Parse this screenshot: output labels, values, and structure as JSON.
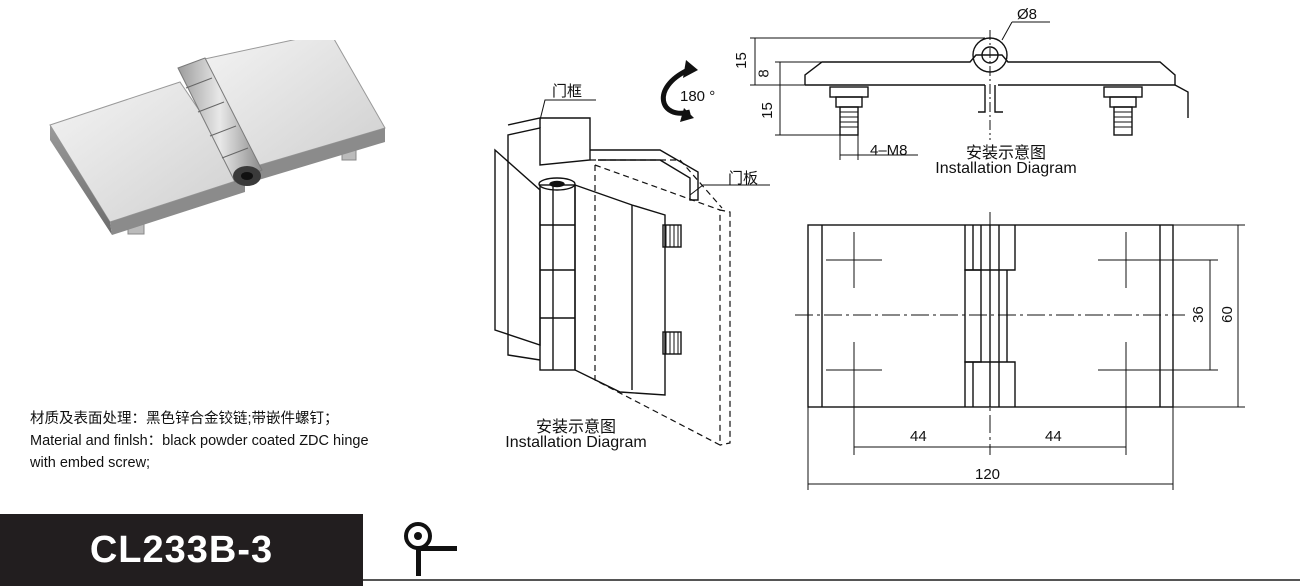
{
  "product": {
    "model_code": "CL233B-3",
    "icon": "hinge-symbol-icon"
  },
  "material": {
    "zh": "材质及表面处理：黑色锌合金铰链;带嵌件螺钉；",
    "en_line1": "Material and finlsh：black powder coated ZDC hinge",
    "en_line2": "with embed screw;"
  },
  "installation_view": {
    "frame_label": "门框",
    "door_label": "门板",
    "rotation_label": "180 °",
    "caption_zh": "安装示意图",
    "caption_en": "Installation Diagram"
  },
  "side_view": {
    "dims": {
      "bore": "Ø8",
      "total_height": "15",
      "leaf_thickness": "8",
      "screw_length": "15",
      "screws": "4–M8"
    },
    "caption_zh": "安装示意图",
    "caption_en": "Installation Diagram"
  },
  "top_view": {
    "dims": {
      "hole_spacing": "36",
      "width": "60",
      "left_offset": "44",
      "right_offset": "44",
      "length": "120"
    }
  },
  "colors": {
    "model_bar": "#221e1f",
    "line": "#111111"
  }
}
